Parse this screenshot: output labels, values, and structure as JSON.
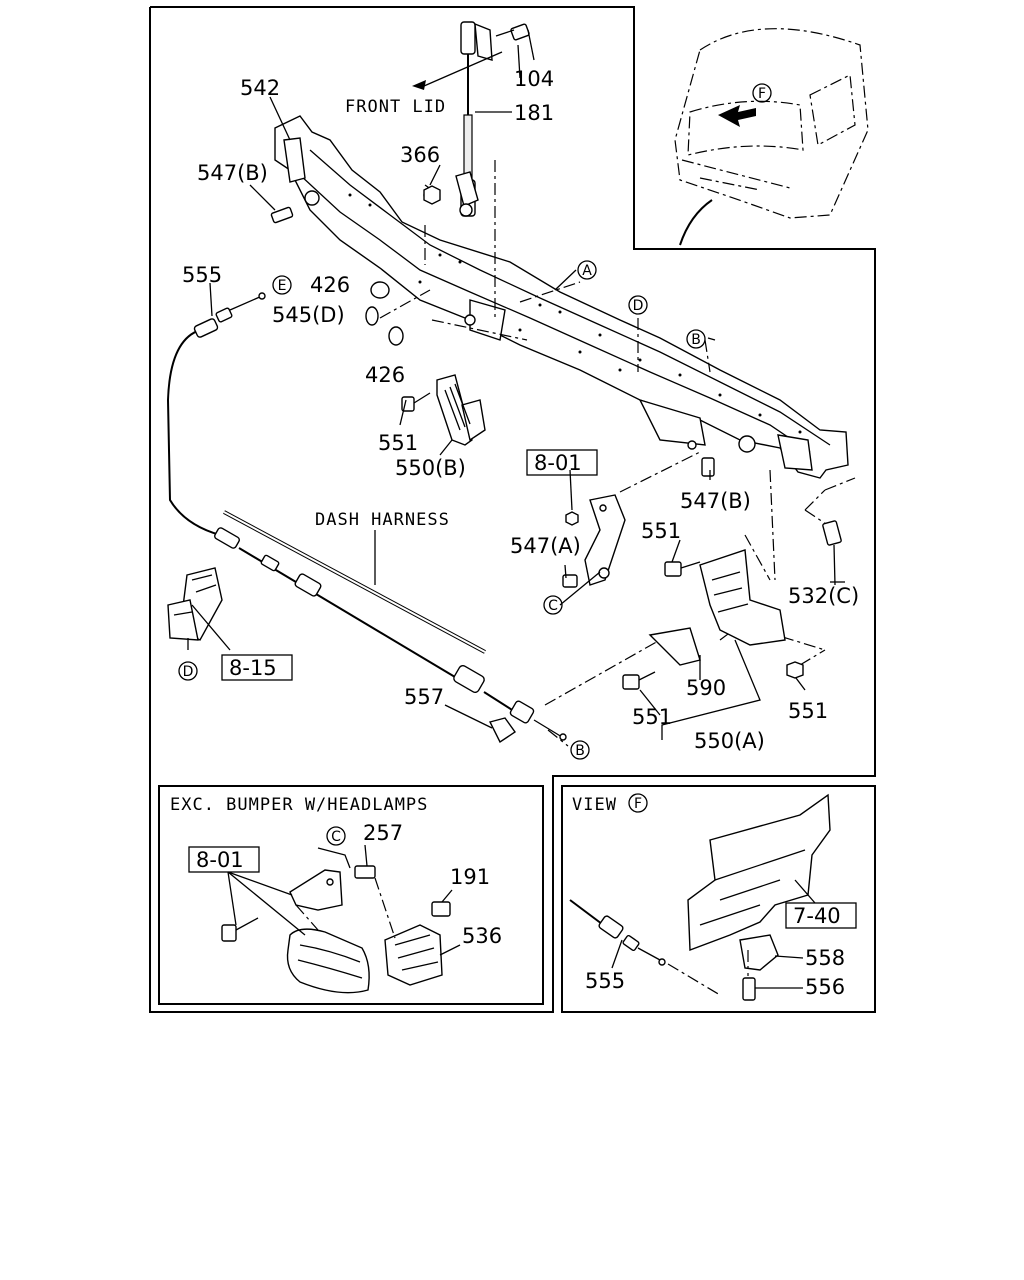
{
  "callouts": {
    "c104": "104",
    "c181": "181",
    "front_lid": "FRONT LID",
    "c542": "542",
    "c366": "366",
    "c547b_top": "547(B)",
    "c555": "555",
    "c426_top": "426",
    "c545d": "545(D)",
    "c426_bot": "426",
    "c551_left": "551",
    "c550b": "550(B)",
    "ref_801_main": "8-01",
    "c547b_right": "547(B)",
    "dash_harness": "DASH HARNESS",
    "c547a": "547(A)",
    "c551_mid": "551",
    "c532c": "532(C)",
    "ref_815": "8-15",
    "c590": "590",
    "c557": "557",
    "c551_bot": "551",
    "c551_right": "551",
    "c550a": "550(A)"
  },
  "circle_refs": {
    "A": "A",
    "B": "B",
    "C": "C",
    "D": "D",
    "E": "E",
    "F": "F"
  },
  "inset_bumper": {
    "title": "EXC. BUMPER W/HEADLAMPS",
    "ref_801": "8-01",
    "c257": "257",
    "c191": "191",
    "c536": "536"
  },
  "inset_view": {
    "title": "VIEW",
    "ref_740": "7-40",
    "c558": "558",
    "c556": "556",
    "c555": "555"
  }
}
